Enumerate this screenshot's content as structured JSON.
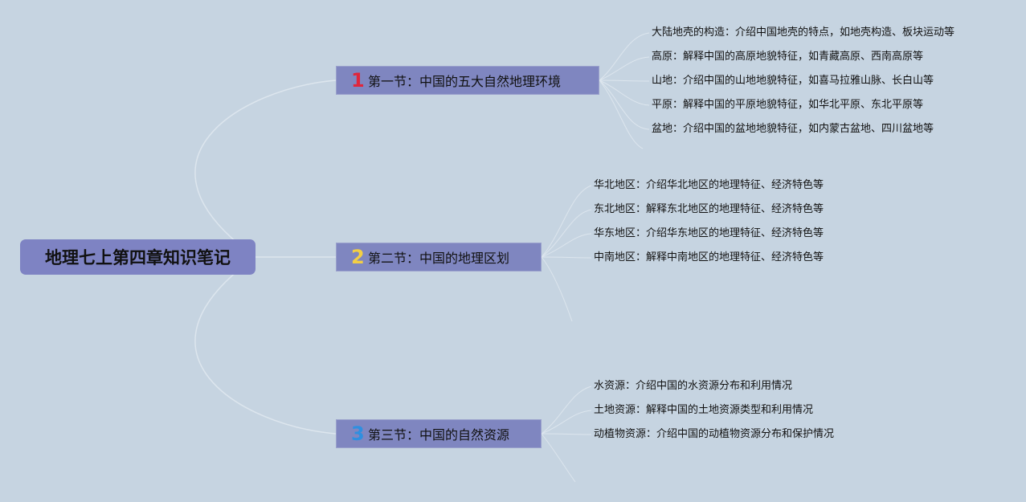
{
  "root": {
    "title": "地理七上第四章知识笔记"
  },
  "colors": {
    "background": "#c6d4e1",
    "node_fill": "#7f86c0",
    "num1": "#e0263c",
    "num2": "#f3cf45",
    "num3": "#2f8fe0"
  },
  "sections": [
    {
      "num": "1",
      "title": "第一节：中国的五大自然地理环境",
      "items": [
        "大陆地壳的构造：介绍中国地壳的特点，如地壳构造、板块运动等",
        "高原：解释中国的高原地貌特征，如青藏高原、西南高原等",
        "山地：介绍中国的山地地貌特征，如喜马拉雅山脉、长白山等",
        "平原：解释中国的平原地貌特征，如华北平原、东北平原等",
        "盆地：介绍中国的盆地地貌特征，如内蒙古盆地、四川盆地等"
      ]
    },
    {
      "num": "2",
      "title": "第二节：中国的地理区划",
      "items": [
        "华北地区：介绍华北地区的地理特征、经济特色等",
        "东北地区：解释东北地区的地理特征、经济特色等",
        "华东地区：介绍华东地区的地理特征、经济特色等",
        "中南地区：解释中南地区的地理特征、经济特色等"
      ]
    },
    {
      "num": "3",
      "title": "第三节：中国的自然资源",
      "items": [
        "水资源：介绍中国的水资源分布和利用情况",
        "土地资源：解释中国的土地资源类型和利用情况",
        "动植物资源：介绍中国的动植物资源分布和保护情况"
      ]
    }
  ]
}
